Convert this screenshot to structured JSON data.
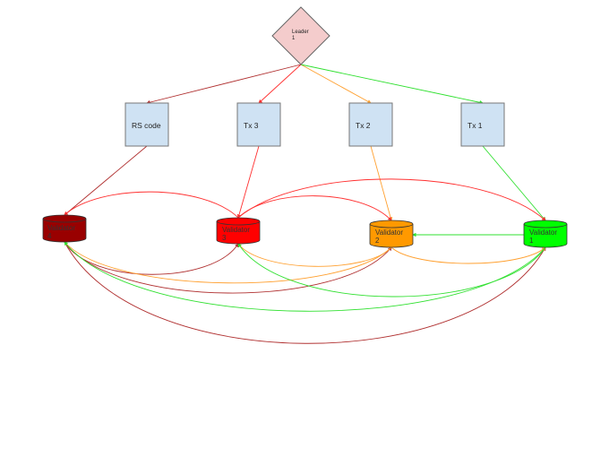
{
  "diagram": {
    "title": "",
    "colors": {
      "dark_red": "#b03030",
      "red": "#ff3030",
      "orange": "#ffa030",
      "green": "#30e030",
      "leader_fill": "#f4cccc",
      "box_fill": "#cfe2f3",
      "validator4_fill": "#990000",
      "validator3_fill": "#ff0000",
      "validator2_fill": "#ff9900",
      "validator1_fill": "#00ff00"
    },
    "leader": {
      "id": "leader",
      "line1": "Leader",
      "line2": "1"
    },
    "boxes": [
      {
        "id": "rs",
        "label": "RS code"
      },
      {
        "id": "tx3",
        "label": "Tx 3"
      },
      {
        "id": "tx2",
        "label": "Tx 2"
      },
      {
        "id": "tx1",
        "label": "Tx 1"
      }
    ],
    "validators": [
      {
        "id": "v4",
        "line1": "Validator",
        "line2": "4",
        "fill": "#990000"
      },
      {
        "id": "v3",
        "line1": "Validator",
        "line2": "3",
        "fill": "#ff0000"
      },
      {
        "id": "v2",
        "line1": "Validator",
        "line2": "2",
        "fill": "#ff9900"
      },
      {
        "id": "v1",
        "line1": "Validator",
        "line2": "1",
        "fill": "#00ff00"
      }
    ],
    "edges": [
      {
        "from": "leader",
        "to": "rs",
        "color": "dark_red"
      },
      {
        "from": "leader",
        "to": "tx3",
        "color": "red"
      },
      {
        "from": "leader",
        "to": "tx2",
        "color": "orange"
      },
      {
        "from": "leader",
        "to": "tx1",
        "color": "green"
      },
      {
        "from": "rs",
        "to": "v4",
        "color": "dark_red"
      },
      {
        "from": "tx3",
        "to": "v3",
        "color": "red"
      },
      {
        "from": "tx2",
        "to": "v2",
        "color": "orange"
      },
      {
        "from": "tx1",
        "to": "v1",
        "color": "green"
      },
      {
        "from": "v3",
        "to": "v4",
        "color": "red"
      },
      {
        "from": "v3",
        "to": "v2",
        "color": "red"
      },
      {
        "from": "v3",
        "to": "v1",
        "color": "red"
      },
      {
        "from": "v1",
        "to": "v2",
        "color": "green"
      },
      {
        "from": "v4",
        "to": "v3",
        "color": "dark_red"
      },
      {
        "from": "v4",
        "to": "v2",
        "color": "dark_red"
      },
      {
        "from": "v4",
        "to": "v1",
        "color": "dark_red"
      },
      {
        "from": "v2",
        "to": "v4",
        "color": "orange"
      },
      {
        "from": "v2",
        "to": "v3",
        "color": "orange"
      },
      {
        "from": "v2",
        "to": "v1",
        "color": "orange"
      },
      {
        "from": "v1",
        "to": "v4",
        "color": "green"
      },
      {
        "from": "v1",
        "to": "v3",
        "color": "green"
      }
    ]
  }
}
